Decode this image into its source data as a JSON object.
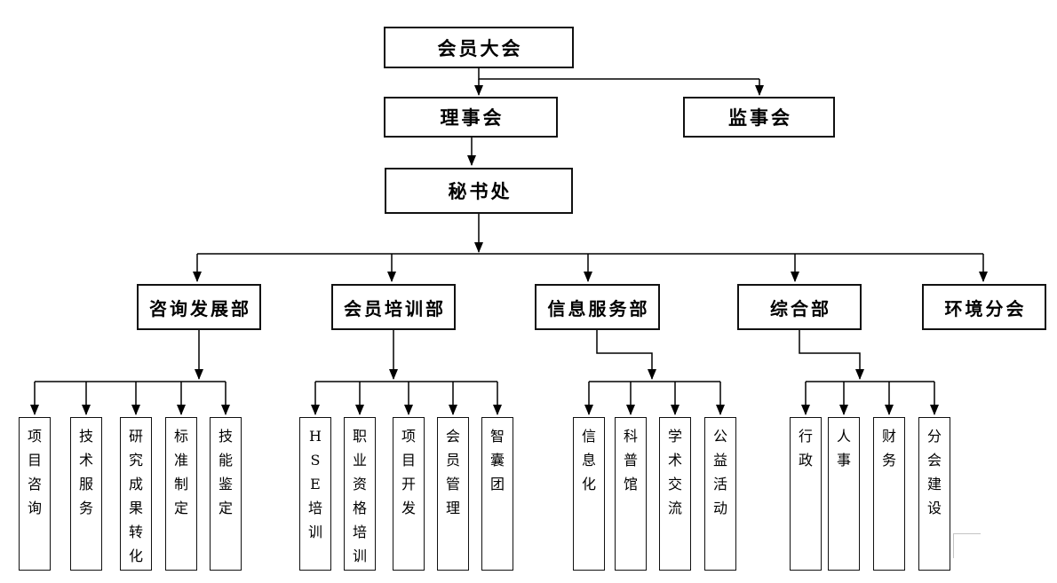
{
  "org": {
    "root": {
      "label": "会员大会"
    },
    "board": {
      "label": "理事会"
    },
    "supervisory": {
      "label": "监事会"
    },
    "secretariat": {
      "label": "秘书处"
    },
    "departments": [
      {
        "label": "咨询发展部",
        "children": [
          "项目咨询",
          "技术服务",
          "研究成果转化",
          "标准制定",
          "技能鉴定"
        ]
      },
      {
        "label": "会员培训部",
        "children": [
          "HSE培训",
          "职业资格培训",
          "项目开发",
          "会员管理",
          "智囊团"
        ]
      },
      {
        "label": "信息服务部",
        "children": [
          "信息化",
          "科普馆",
          "学术交流",
          "公益活动"
        ]
      },
      {
        "label": "综合部",
        "children": [
          "行政",
          "人事",
          "财务",
          "分会建设"
        ]
      },
      {
        "label": "环境分会",
        "children": []
      }
    ]
  },
  "colors": {
    "line": "#000000",
    "box_border": "#111111",
    "background": "#ffffff",
    "corner_mark": "#c4c4c4"
  }
}
